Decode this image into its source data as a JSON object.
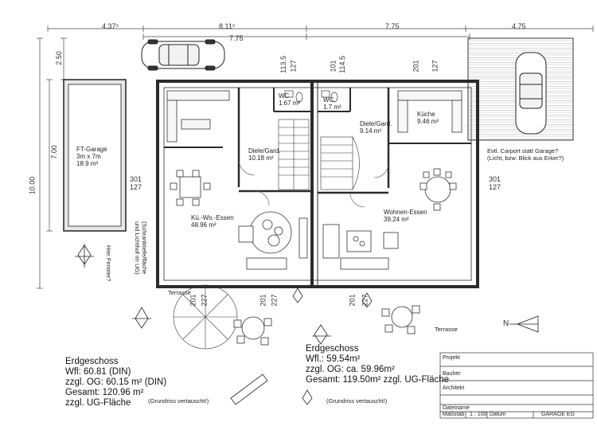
{
  "dimensions": {
    "top_a": "4.37⁵",
    "top_b": "8.11⁵",
    "top_c": "7.75",
    "top_d": "7.75",
    "top_e": "4.75",
    "left_250": "2.50",
    "left_700": "7.00",
    "left_1000": "10.00",
    "window_left_a": "301",
    "window_left_b": "127",
    "window_right_a": "301",
    "window_right_b": "127",
    "wc_a": "113.5",
    "wc_b": "127",
    "wc2_a": "101",
    "wc2_b": "114.5",
    "kitchen_a": "201",
    "kitchen_b": "127",
    "terr_a": "201",
    "terr_b": "227",
    "terr2_a": "201",
    "terr2_b": "227",
    "terr3_a": "201",
    "terr3_b": "227"
  },
  "rooms": {
    "garage": {
      "name": "FT-Garage",
      "size": "3m x 7m",
      "area": "18.9 m²"
    },
    "wc_left": {
      "name": "WC",
      "area": "1.67 m²"
    },
    "wc_right": {
      "name": "WC",
      "area": "1.7 m²"
    },
    "diele_left": {
      "name": "Diele/Gard.",
      "area": "10.18 m²"
    },
    "diele_right": {
      "name": "Diele/Gard.",
      "area": "9.14 m²"
    },
    "kueche": {
      "name": "Küche",
      "area": "9.46 m²"
    },
    "kue_wo_essen": {
      "name": "Kü.-Wo.-Essen",
      "area": "48.96 m²"
    },
    "wohnen_essen": {
      "name": "Wohnen-Essen",
      "area": "39.24 m²"
    }
  },
  "notes": {
    "carport": "Evtl. Carport statt Garage?",
    "carport2": "(Licht, bzw. Blick aus Erker?)",
    "fenster1": "Hier Fenster?",
    "fenster2": "(Schranktiefe/fläche",
    "fenster3": "und Lichthof im UG)",
    "terrasse_left": "Terrasse",
    "terrasse_right": "Terrasse",
    "vertauscht_left": "(Grundriss vertauscht!)",
    "vertauscht_right": "(Grundriss vertauscht!)"
  },
  "summary_left": {
    "title": "Erdgeschoss",
    "line1": "Wfl: 60.81 (DIN)",
    "line2": "zzgl. OG: 60.15 m² (DIN)",
    "line3": "Gesamt: 120.96 m²",
    "line4": "zzgl. UG-Fläche"
  },
  "summary_right": {
    "title": "Erdgeschoss",
    "line1": "Wfl.: 59.54m²",
    "line2": "zzgl. OG: ca. 59.96m²",
    "line3": "Gesamt: 119.50m² zzgl. UG-Fläche"
  },
  "title_block": {
    "projekt": "Projekt",
    "bauherr": "Bauher",
    "architekt": "Architekt",
    "dateiname": "Dateiname",
    "massstab": "Maßstab",
    "massstab_val": "1 : 100",
    "datum": "Datum",
    "plan": "GARAGE EG"
  },
  "north": "N",
  "colors": {
    "ink": "#1a1a1a",
    "wall": "#2b2b2b",
    "wall_fill": "#d9d9d9",
    "paper": "#ffffff"
  }
}
